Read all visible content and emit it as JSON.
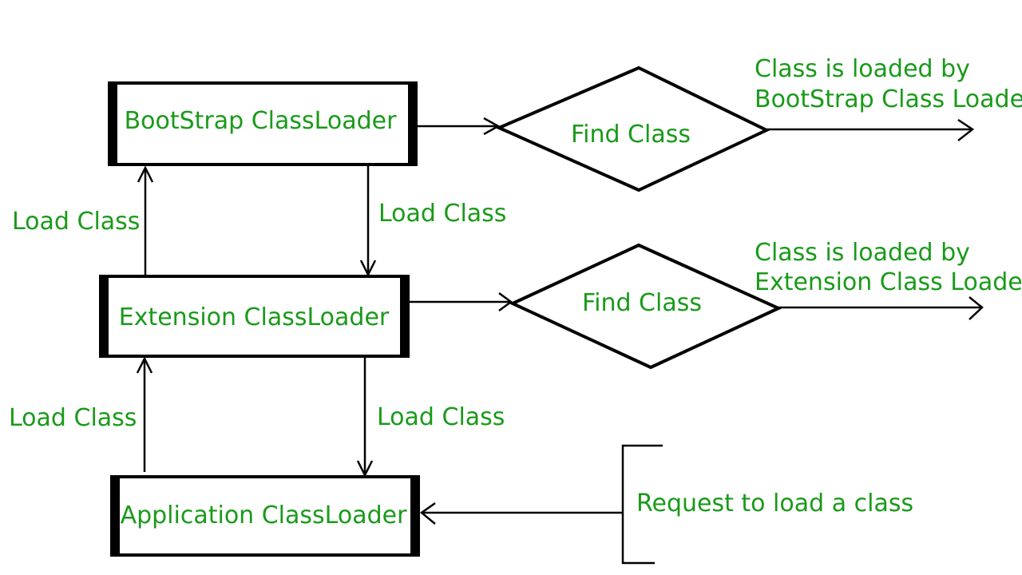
{
  "colors": {
    "text": "#1a9a1a",
    "stroke": "#000000",
    "background": "#ffffff"
  },
  "nodes": {
    "bootstrap": "BootStrap ClassLoader",
    "extension": "Extension ClassLoader",
    "application": "Application ClassLoader",
    "find_class_1": "Find Class",
    "find_class_2": "Find Class"
  },
  "edge_labels": {
    "load_up_1": "Load Class",
    "load_down_1": "Load Class",
    "load_up_2": "Load Class",
    "load_down_2": "Load Class"
  },
  "notes": {
    "bootstrap_result_line1": "Class is loaded by",
    "bootstrap_result_line2": "BootStrap Class Loader",
    "extension_result_line1": "Class is loaded by",
    "extension_result_line2": "Extension Class Loader",
    "request": "Request to load a class"
  }
}
